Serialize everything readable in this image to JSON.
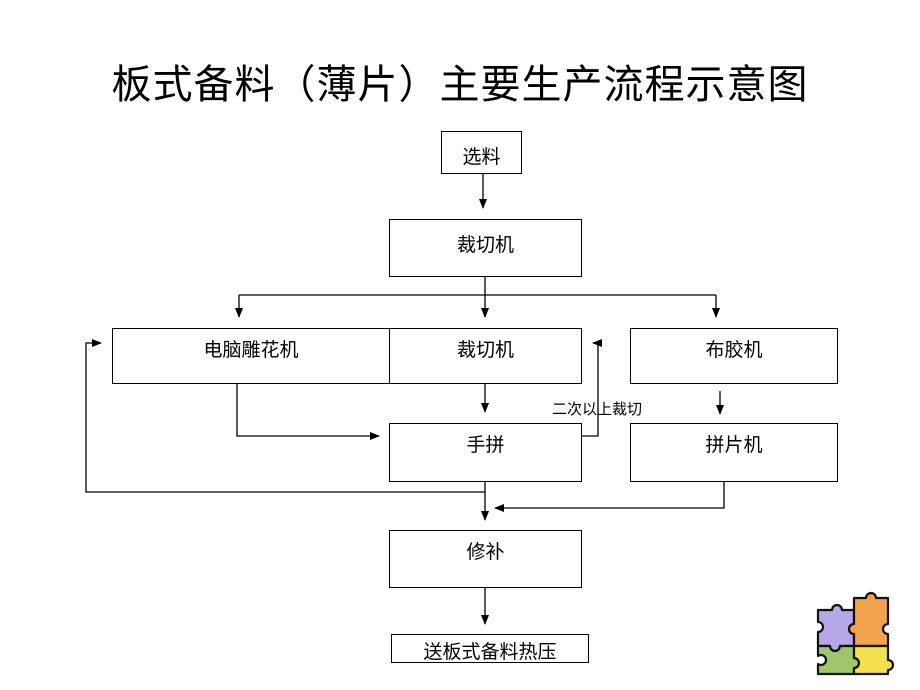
{
  "title": "板式备料（薄片）主要生产流程示意图",
  "nodes": {
    "select": "选料",
    "cutter1": "裁切机",
    "cnc_carving": "电脑雕花机",
    "cutter2": "裁切机",
    "gluing": "布胶机",
    "hand_splice": "手拼",
    "splicer": "拼片机",
    "repair": "修补",
    "to_press": "送板式备料热压"
  },
  "annotations": {
    "second_cut": "二次以上裁切"
  },
  "icons": {
    "logo": "puzzle-pieces-icon"
  }
}
